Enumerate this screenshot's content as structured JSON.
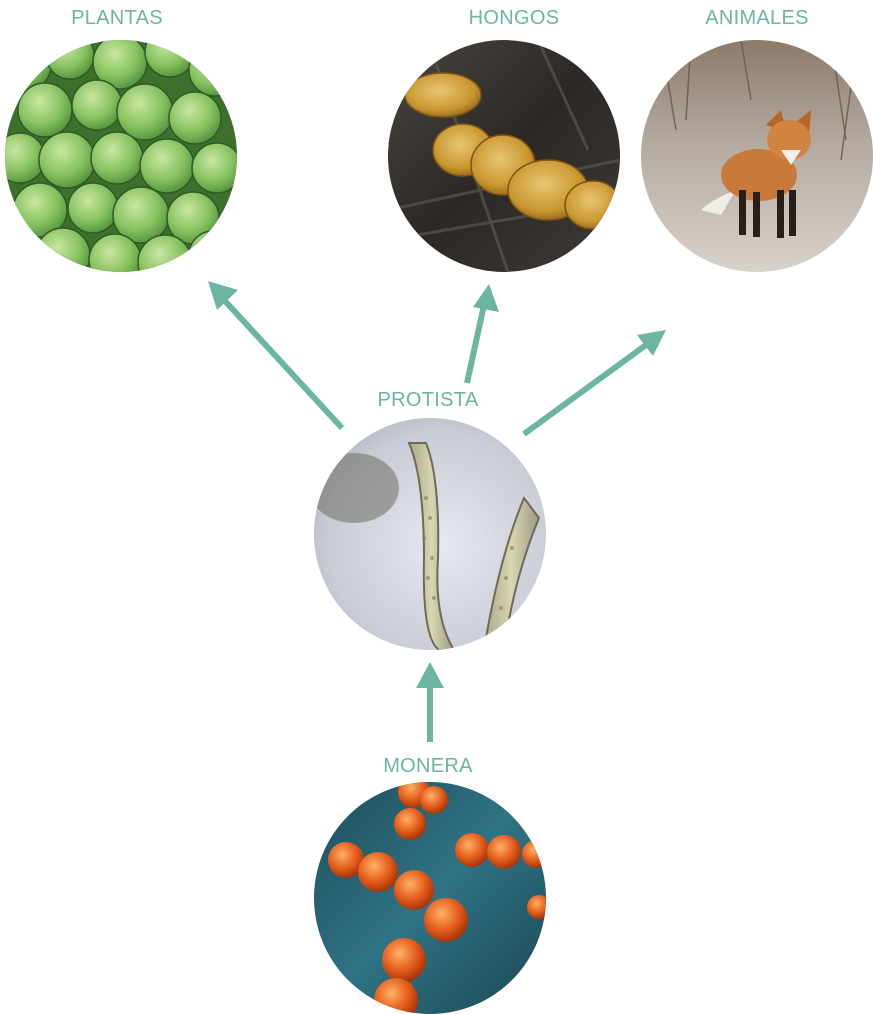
{
  "colors": {
    "accent": "#6bb5a2"
  },
  "kingdoms": {
    "plantas": {
      "label": "PLANTAS",
      "image": "green-leaves-photo"
    },
    "hongos": {
      "label": "HONGOS",
      "image": "bracket-fungi-photo"
    },
    "animales": {
      "label": "ANIMALES",
      "image": "red-fox-photo"
    },
    "protista": {
      "label": "PROTISTA",
      "image": "microscope-protist-photo"
    },
    "monera": {
      "label": "MONERA",
      "image": "bacteria-micrograph-photo"
    }
  },
  "edges": [
    {
      "from": "monera",
      "to": "protista"
    },
    {
      "from": "protista",
      "to": "plantas"
    },
    {
      "from": "protista",
      "to": "hongos"
    },
    {
      "from": "protista",
      "to": "animales"
    }
  ]
}
